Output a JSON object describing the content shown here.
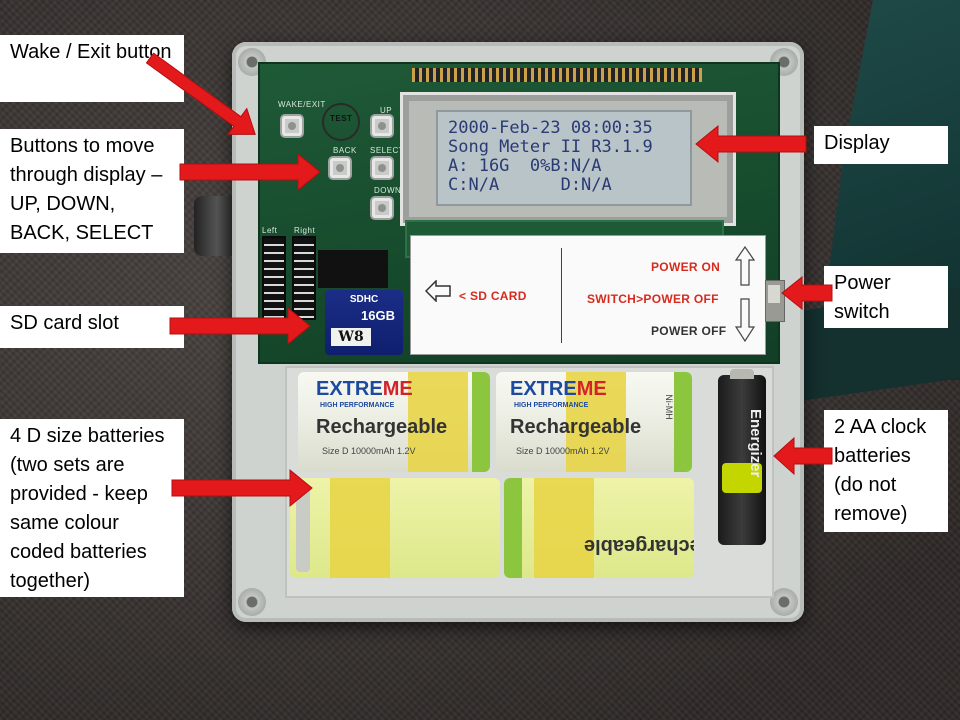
{
  "labels": {
    "wake_exit": "Wake / Exit button",
    "nav_buttons": "Buttons to move through display – UP, DOWN, BACK, SELECT",
    "sd_slot": "SD card slot",
    "d_batteries": "4 D size batteries (two sets are provided - keep same colour coded batteries together)",
    "display": "Display",
    "power_switch": "Power switch",
    "aa_batteries": "2 AA clock batteries (do not remove)"
  },
  "lcd": {
    "line1": "2000-Feb-23 08:00:35",
    "line2": "Song Meter II R3.1.9",
    "line3": "A: 16G  0%B:N/A",
    "line4": "C:N/A      D:N/A"
  },
  "pcb": {
    "wake_exit": "WAKE/EXIT",
    "test": "TEST",
    "up": "UP",
    "back": "BACK",
    "select": "SELECT",
    "down": "DOWN",
    "left": "Left",
    "right": "Right"
  },
  "placard": {
    "sd_card": "< SD CARD",
    "power_on": "POWER ON",
    "switch_power_off": "SWITCH>POWER OFF",
    "power_off": "POWER OFF"
  },
  "sd_card": {
    "capacity": "16GB",
    "brand_mark": "SDHC",
    "sticker": "W8"
  },
  "batteries": {
    "brand": [
      "EXTRE",
      "ME"
    ],
    "performance": "HIGH PERFORMANCE",
    "type": "Rechargeable",
    "size": "Size D 10000mAh 1.2V",
    "chem": "Ni-MH",
    "aa_brand": "Energizer"
  },
  "colors": {
    "arrow": "#e3191b",
    "pcb": "#1a5231",
    "lcd_text": "#2a3a74",
    "yellow_band": "#e8d548",
    "green_band": "#8cc63f"
  }
}
